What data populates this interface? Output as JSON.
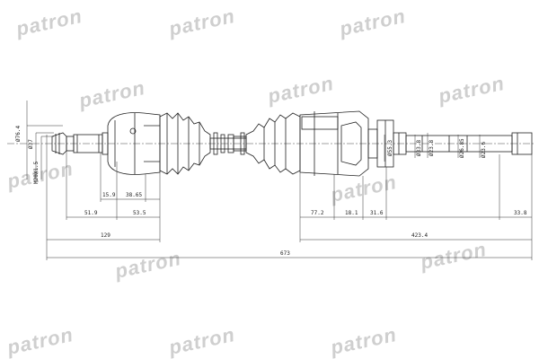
{
  "watermark": {
    "brand": "patron"
  },
  "dimensions": {
    "d_outer_joint": "Ø76.4",
    "d_outer_stub": "Ø37",
    "thread": "M20X1.5",
    "l_15_9": "15.9",
    "l_38_65": "38.65",
    "l_51_9": "51.9",
    "l_53_5": "53.5",
    "l_129": "129",
    "l_673": "673",
    "l_77_2": "77.2",
    "l_18_1": "18.1",
    "l_31_6": "31.6",
    "l_423_4": "423.4",
    "l_33_8": "33.8",
    "d_55_3": "Ø55.3",
    "d_33_8": "Ø33.8",
    "d_23_8": "Ø23.8",
    "d_26_85": "Ø26.85",
    "d_23_6": "Ø23.6"
  }
}
